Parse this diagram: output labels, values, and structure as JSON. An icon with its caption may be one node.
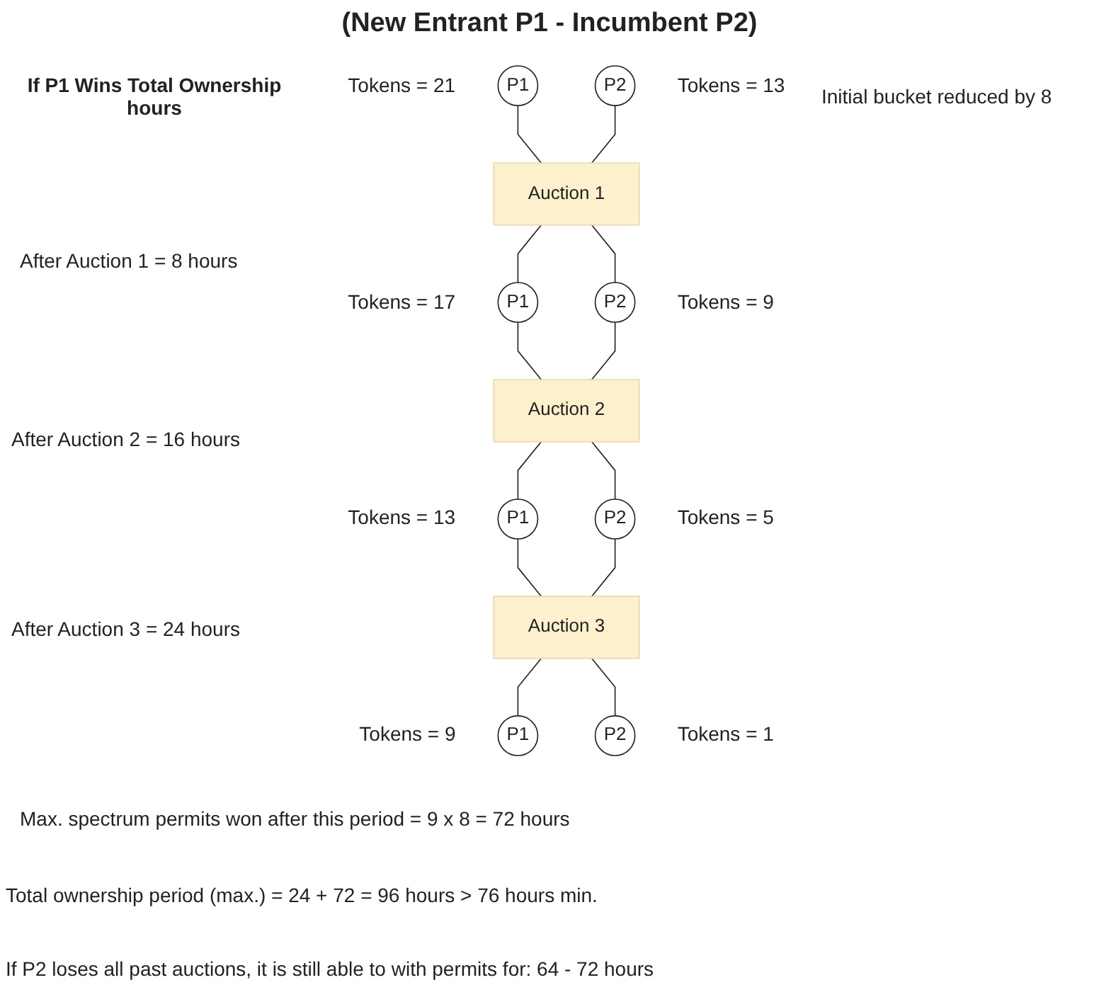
{
  "diagram": {
    "title": "(New Entrant P1 - Incumbent P2)",
    "nodes": [
      {
        "text": [
          "P1"
        ],
        "beside": [
          "Tokens = 21"
        ]
      },
      {
        "text": [
          "P2"
        ],
        "beside": [
          "Tokens = 13"
        ]
      },
      {
        "text": [
          "Auction 1"
        ]
      },
      {
        "text": [
          "P1"
        ],
        "beside": [
          "Tokens = 17"
        ]
      },
      {
        "text": [
          "P2"
        ],
        "beside": [
          "Tokens = 9"
        ]
      },
      {
        "text": [
          "Auction 2"
        ]
      },
      {
        "text": [
          "P1"
        ],
        "beside": [
          "Tokens = 13"
        ]
      },
      {
        "text": [
          "P2"
        ],
        "beside": [
          "Tokens = 5"
        ]
      },
      {
        "text": [
          "Auction 3"
        ]
      },
      {
        "text": [
          "P1"
        ],
        "beside": [
          "Tokens = 9"
        ]
      },
      {
        "text": [
          "P2"
        ],
        "beside": [
          "Tokens = 1"
        ]
      }
    ],
    "edges": [
      {
        "from": 0,
        "to": 2,
        "arrow": "none"
      },
      {
        "from": 1,
        "to": 2,
        "arrow": "none"
      },
      {
        "from": 2,
        "to": 3,
        "arrow": "none"
      },
      {
        "from": 2,
        "to": 4,
        "arrow": "none"
      },
      {
        "from": 3,
        "to": 5,
        "arrow": "none"
      },
      {
        "from": 4,
        "to": 5,
        "arrow": "none"
      },
      {
        "from": 5,
        "to": 6,
        "arrow": "none"
      },
      {
        "from": 5,
        "to": 7,
        "arrow": "none"
      },
      {
        "from": 6,
        "to": 8,
        "arrow": "none"
      },
      {
        "from": 7,
        "to": 8,
        "arrow": "none"
      },
      {
        "from": 8,
        "to": 9,
        "arrow": "none"
      },
      {
        "from": 8,
        "to": 10,
        "arrow": "none"
      }
    ],
    "labels": [
      "If P1 Wins Total Ownership hours",
      "Initial bucket reduced by 8",
      "After Auction 1 = 8 hours",
      "After Auction 2 = 16 hours",
      "After Auction 3 = 24 hours",
      "Max. spectrum permits won after this period = 9 x 8 = 72 hours",
      "Total ownership period (max.) = 24 + 72 = 96 hours > 76 hours min.",
      "If P2 loses all past auctions, it is still able to with permits for: 64 - 72 hours"
    ]
  }
}
